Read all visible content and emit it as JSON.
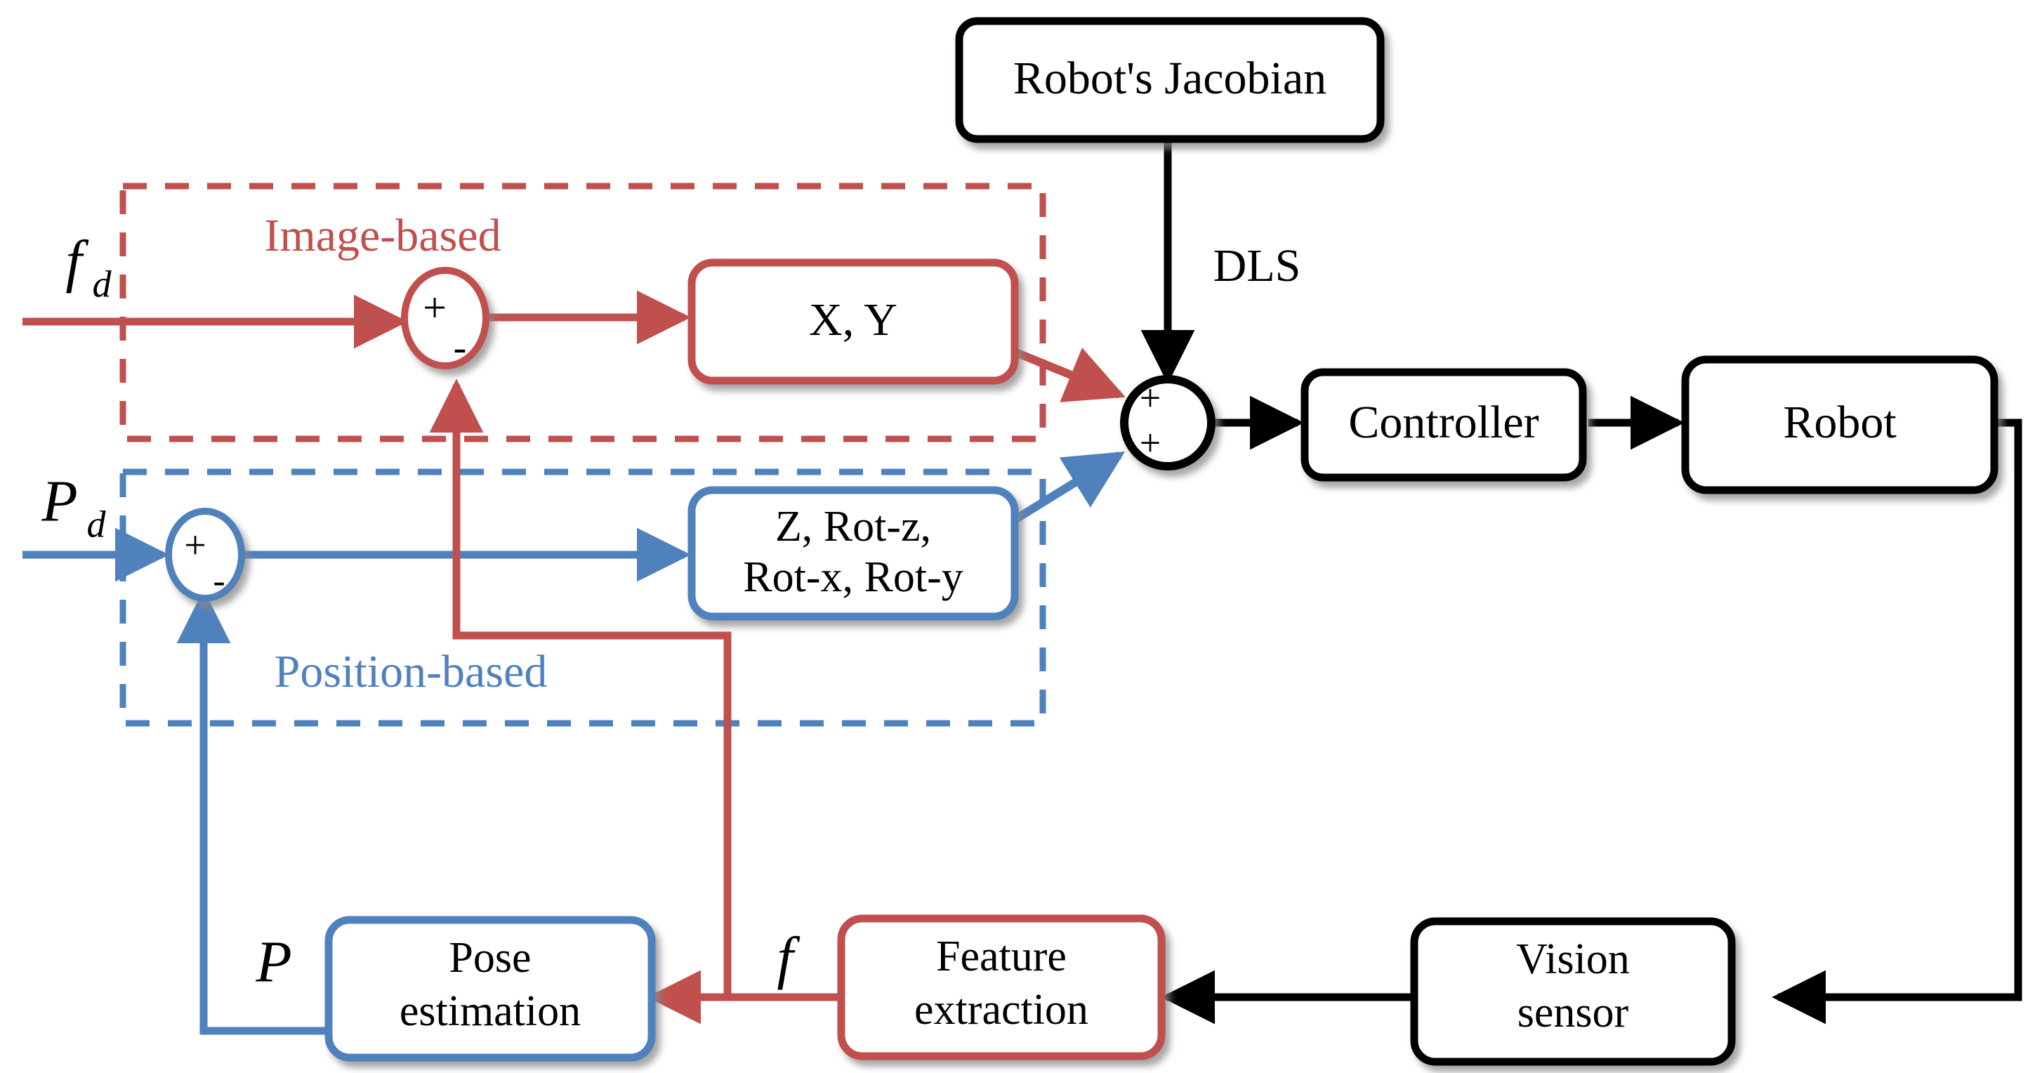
{
  "diagram": {
    "title": "Hybrid image-based / position-based visual servoing control block diagram",
    "colors": {
      "red": "#C0504D",
      "blue": "#4F81BD",
      "black": "#000000",
      "shadow": "#A6A6A6",
      "background": "#FFFFFF"
    },
    "groups": [
      {
        "id": "image-based",
        "label": "Image-based",
        "color": "#C0504D",
        "style": "dashed"
      },
      {
        "id": "position-based",
        "label": "Position-based",
        "color": "#4F81BD",
        "style": "dashed"
      }
    ],
    "blocks": [
      {
        "id": "robots-jacobian",
        "label": "Robot's Jacobian",
        "color": "#000000"
      },
      {
        "id": "xy",
        "label": "X, Y",
        "color": "#C0504D"
      },
      {
        "id": "z-rot",
        "line1": "Z, Rot-z,",
        "line2": "Rot-x, Rot-y",
        "color": "#4F81BD"
      },
      {
        "id": "controller",
        "label": "Controller",
        "color": "#000000"
      },
      {
        "id": "robot",
        "label": "Robot",
        "color": "#000000"
      },
      {
        "id": "vision-sensor",
        "line1": "Vision",
        "line2": "sensor",
        "color": "#000000"
      },
      {
        "id": "feature-extraction",
        "line1": "Feature",
        "line2": "extraction",
        "color": "#C0504D"
      },
      {
        "id": "pose-estimation",
        "line1": "Pose",
        "line2": "estimation",
        "color": "#4F81BD"
      }
    ],
    "junctions": [
      {
        "id": "image-sum",
        "color": "#C0504D",
        "signs": [
          "+",
          "-"
        ]
      },
      {
        "id": "position-sum",
        "color": "#4F81BD",
        "signs": [
          "+",
          "-"
        ]
      },
      {
        "id": "main-sum",
        "color": "#000000",
        "signs": [
          "+",
          "+"
        ]
      }
    ],
    "signals": {
      "fd_base": "f",
      "fd_sub": "d",
      "pd_base": "P",
      "pd_sub": "d",
      "f": "f",
      "p": "P",
      "dls": "DLS"
    }
  }
}
